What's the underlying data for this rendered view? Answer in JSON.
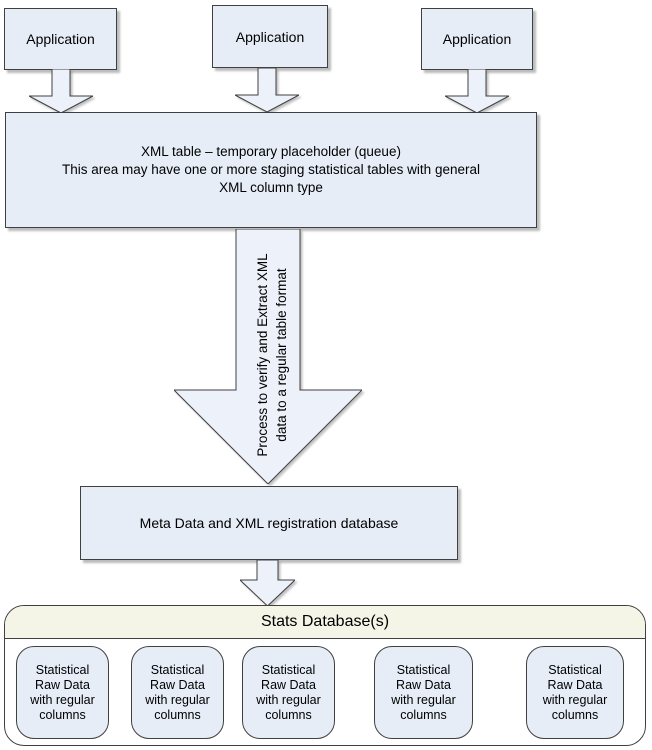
{
  "colors": {
    "node_fill": "#e6edf7",
    "arrow_fill": "#edf2fa",
    "border": "#404040",
    "shadow": "#969696",
    "stats_header_fill": "#f4f4e7",
    "background": "#ffffff"
  },
  "diagram": {
    "app_boxes": [
      {
        "label": "Application"
      },
      {
        "label": "Application"
      },
      {
        "label": "Application"
      }
    ],
    "xml_table_box": {
      "lines": [
        "XML table – temporary placeholder (queue)",
        "This area may have one or more staging statistical tables with general",
        "XML column type"
      ]
    },
    "process_arrow": {
      "lines": [
        "Process to verify and Extract XML",
        "data to a regular table format"
      ]
    },
    "meta_box": {
      "label": "Meta Data and XML registration database"
    },
    "stats_container": {
      "title": "Stats Database(s)",
      "boxes": [
        {
          "lines": [
            "Statistical",
            "Raw Data",
            "with regular",
            "columns"
          ]
        },
        {
          "lines": [
            "Statistical",
            "Raw Data",
            "with regular",
            "columns"
          ]
        },
        {
          "lines": [
            "Statistical",
            "Raw Data",
            "with regular",
            "columns"
          ]
        },
        {
          "lines": [
            "Statistical",
            "Raw Data",
            "with regular",
            "columns"
          ]
        },
        {
          "lines": [
            "Statistical",
            "Raw Data",
            "with regular",
            "columns"
          ]
        }
      ]
    }
  }
}
